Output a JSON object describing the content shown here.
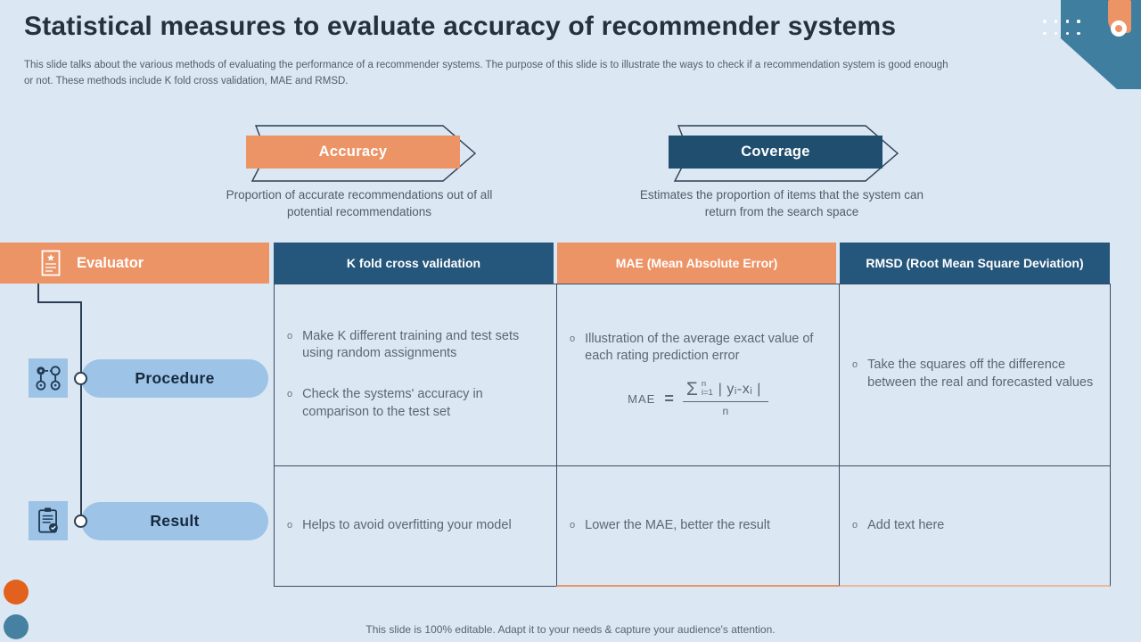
{
  "slide": {
    "title": "Statistical measures to evaluate accuracy of recommender systems",
    "subtitle": "This slide talks about the various methods of evaluating the performance of a recommender systems. The purpose of this slide is to illustrate the ways to check if a recommendation system is good enough or not.  These methods include K fold cross validation, MAE  and RMSD.",
    "footer": "This slide is 100% editable. Adapt it to your needs & capture your audience's attention."
  },
  "banners": [
    {
      "label": "Accuracy",
      "description": "Proportion of accurate recommendations out of all potential recommendations",
      "fill_color": "#ED9467"
    },
    {
      "label": "Coverage",
      "description": "Estimates the proportion of items that the system can return from the search space",
      "fill_color": "#204E6E"
    }
  ],
  "table": {
    "evaluator_label": "Evaluator",
    "columns": [
      {
        "label": "K fold cross validation",
        "color": "#25567B"
      },
      {
        "label": "MAE (Mean Absolute Error)",
        "color": "#ED9467"
      },
      {
        "label": "RMSD (Root Mean Square Deviation)",
        "color": "#25567B"
      }
    ],
    "rows": [
      {
        "label": "Procedure",
        "cells": [
          {
            "bullets": [
              "Make K different training and test sets using random assignments",
              "Check the systems' accuracy in comparison to the test set"
            ]
          },
          {
            "bullets": [
              "Illustration  of the average exact value of each rating prediction error"
            ]
          },
          {
            "bullets": [
              "Take the squares off the difference between the real and forecasted values"
            ]
          }
        ]
      },
      {
        "label": "Result",
        "cells": [
          {
            "bullets": [
              "Helps to avoid overfitting  your model"
            ]
          },
          {
            "bullets": [
              "Lower the MAE, better the result"
            ]
          },
          {
            "bullets": [
              "Add text here"
            ]
          }
        ]
      }
    ]
  },
  "formula": {
    "lhs": "MAE",
    "eq": "=",
    "sigma": "Σ",
    "sup": "n",
    "sub": "i=1",
    "abs": "| yᵢ-xᵢ |",
    "den": "n"
  },
  "ui": {
    "bullet_char": "o"
  },
  "colors": {
    "background": "#DBE7F3",
    "orange": "#ED9467",
    "navy_banner": "#204E6E",
    "navy_header": "#25567B",
    "light_blue": "#9DC3E6",
    "teal": "#3F7E9E",
    "deep_orange": "#E2611D",
    "body_text": "#5D6771",
    "border": "#3C4D63"
  }
}
